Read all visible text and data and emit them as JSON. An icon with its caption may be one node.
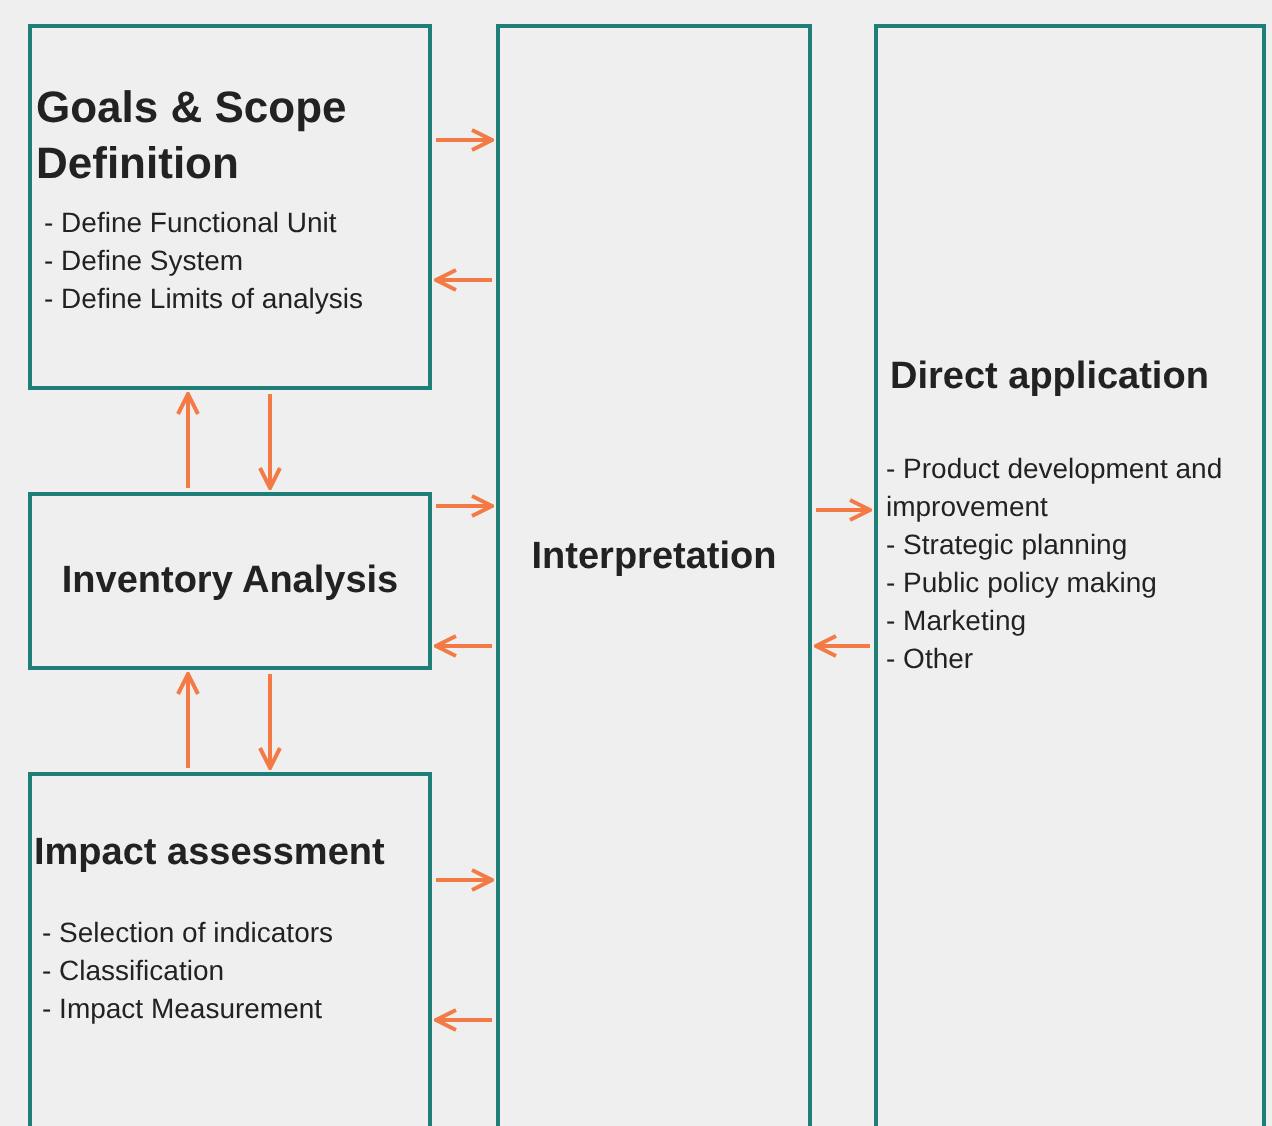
{
  "diagram": {
    "nodes": [
      {
        "text": [
          "Goals & Scope Definition",
          "- Define Functional Unit",
          "- Define System",
          "- Define Limits of analysis"
        ]
      },
      {
        "text": [
          "Inventory Analysis"
        ]
      },
      {
        "text": [
          "Impact assessment",
          "- Selection of indicators",
          "- Classification",
          "- Impact Measurement"
        ]
      },
      {
        "text": [
          "Interpretation"
        ]
      },
      {
        "text": [
          "Direct application",
          "- Product development and improvement",
          "- Strategic planning",
          "- Public policy making",
          "- Marketing",
          "- Other"
        ]
      }
    ],
    "edges": [
      {
        "from": 0,
        "to": 3,
        "arrow": "to"
      },
      {
        "from": 3,
        "to": 0,
        "arrow": "to"
      },
      {
        "from": 1,
        "to": 0,
        "arrow": "to"
      },
      {
        "from": 0,
        "to": 1,
        "arrow": "to"
      },
      {
        "from": 1,
        "to": 3,
        "arrow": "to"
      },
      {
        "from": 3,
        "to": 1,
        "arrow": "to"
      },
      {
        "from": 2,
        "to": 1,
        "arrow": "to"
      },
      {
        "from": 1,
        "to": 2,
        "arrow": "to"
      },
      {
        "from": 2,
        "to": 3,
        "arrow": "to"
      },
      {
        "from": 3,
        "to": 2,
        "arrow": "to"
      },
      {
        "from": 3,
        "to": 4,
        "arrow": "to"
      },
      {
        "from": 4,
        "to": 3,
        "arrow": "to"
      }
    ]
  }
}
